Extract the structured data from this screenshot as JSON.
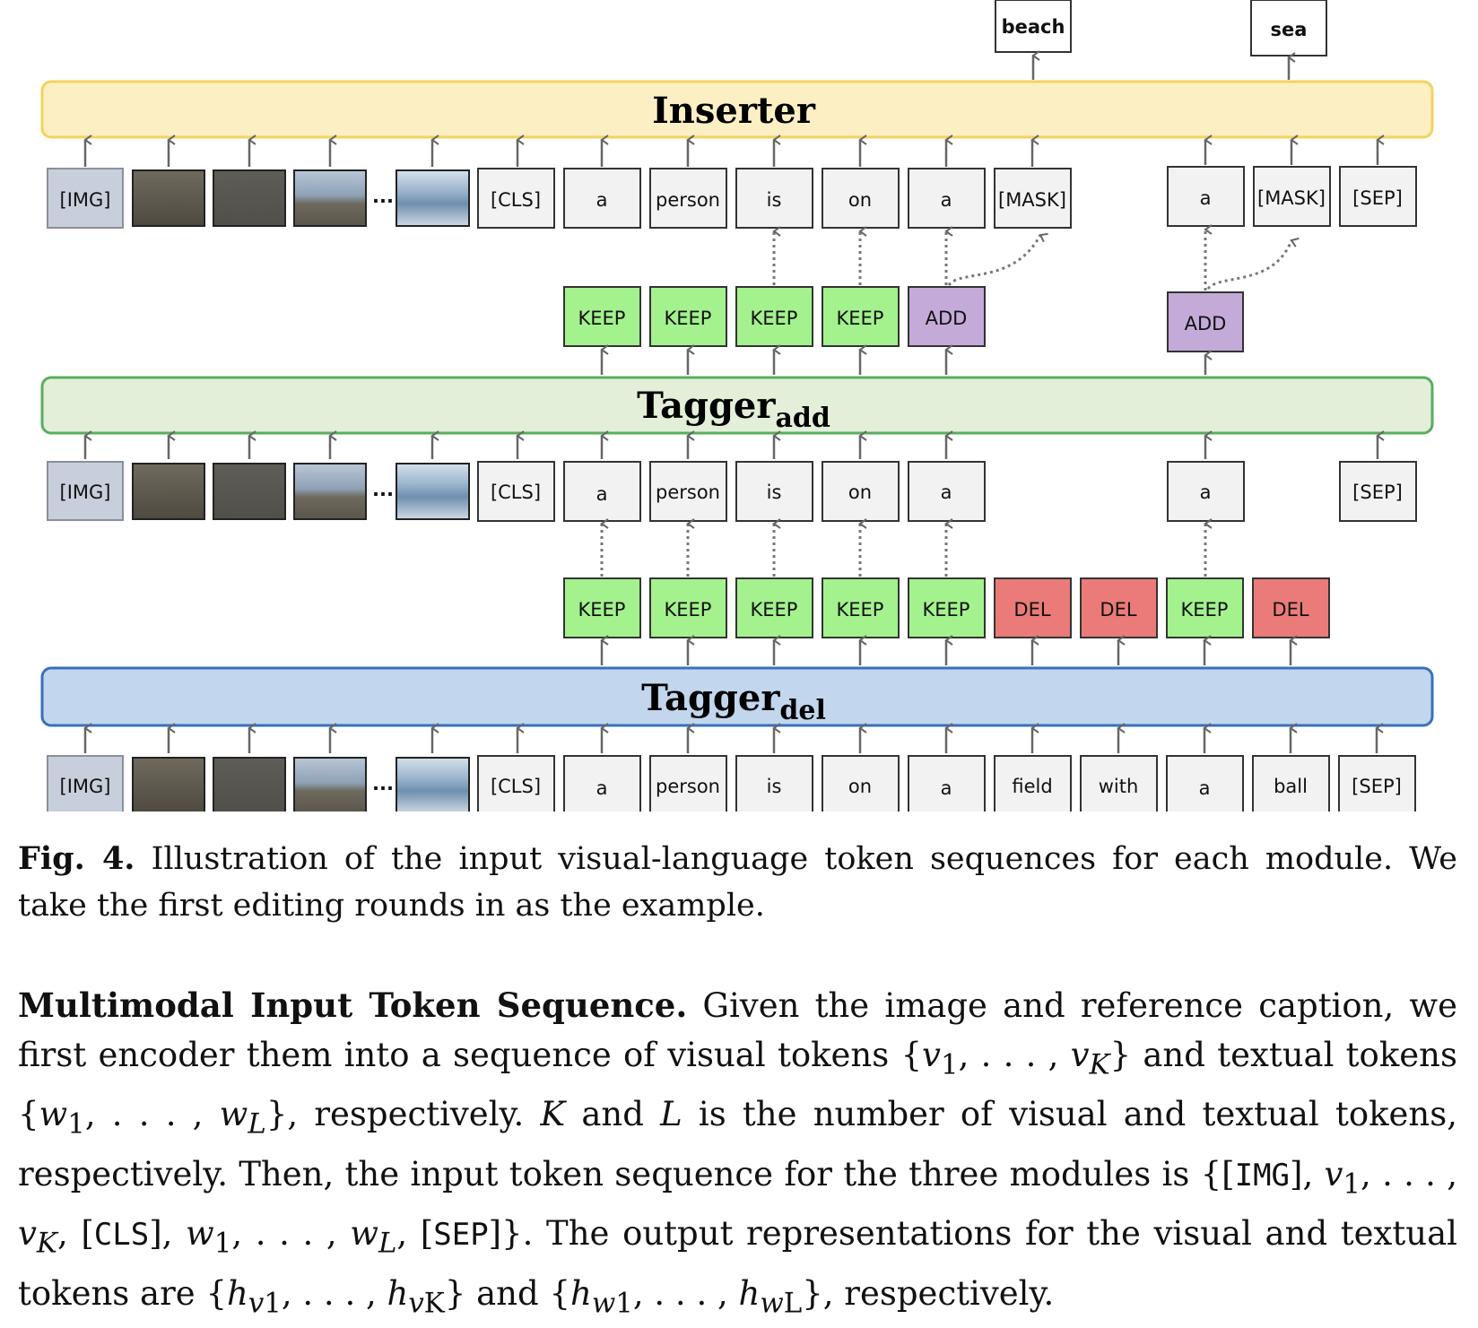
{
  "figure": {
    "modules": {
      "inserter": "Inserter",
      "tagger_add": {
        "base": "Tagger",
        "sub": "add"
      },
      "tagger_del": {
        "base": "Tagger",
        "sub": "del"
      }
    },
    "ellipsis": "...",
    "rows": {
      "inserter_input": [
        "[IMG]",
        "[CLS]",
        "a",
        "person",
        "is",
        "on",
        "a",
        "[MASK]",
        "a",
        "[MASK]",
        "[SEP]"
      ],
      "add_input": [
        "[IMG]",
        "[CLS]",
        "a",
        "person",
        "is",
        "on",
        "a",
        "a",
        "[SEP]"
      ],
      "del_input": [
        "[IMG]",
        "[CLS]",
        "a",
        "person",
        "is",
        "on",
        "a",
        "field",
        "with",
        "a",
        "ball",
        "[SEP]"
      ],
      "add_tags": [
        "KEEP",
        "KEEP",
        "KEEP",
        "KEEP",
        "ADD",
        "ADD"
      ],
      "del_tags": [
        "KEEP",
        "KEEP",
        "KEEP",
        "KEEP",
        "KEEP",
        "DEL",
        "DEL",
        "KEEP",
        "DEL"
      ],
      "inserter_outputs": [
        "beach",
        "sea"
      ]
    },
    "colors": {
      "img_token": "#c8cfdc",
      "text_token": "#f2f2f2",
      "keep": "#a3f28d",
      "add": "#c4aad8",
      "del": "#ea7b78",
      "inserter_fill": "#fcefc4",
      "inserter_border": "#f3d35c",
      "tagger_add_fill": "#e3efd9",
      "tagger_add_border": "#58ae5c",
      "tagger_del_fill": "#c2d6ed",
      "tagger_del_border": "#3a70b9"
    }
  },
  "caption": {
    "label": "Fig. 4.",
    "text": "Illustration of the input visual-language token sequences for each module. We take the first editing rounds in as the example."
  },
  "paragraph": {
    "heading": "Multimodal Input Token Sequence.",
    "s1": "Given the image and reference caption, we first encoder them into a sequence of visual tokens",
    "s2": "and textual tokens",
    "s3": ", respectively.",
    "s4": "and",
    "s5": "is the number of visual and textual tokens, respectively. Then, the input token sequence for the three modules is",
    "s6": ". The output representations for the visual and textual tokens are",
    "s7": "and",
    "s8": ", respectively."
  }
}
